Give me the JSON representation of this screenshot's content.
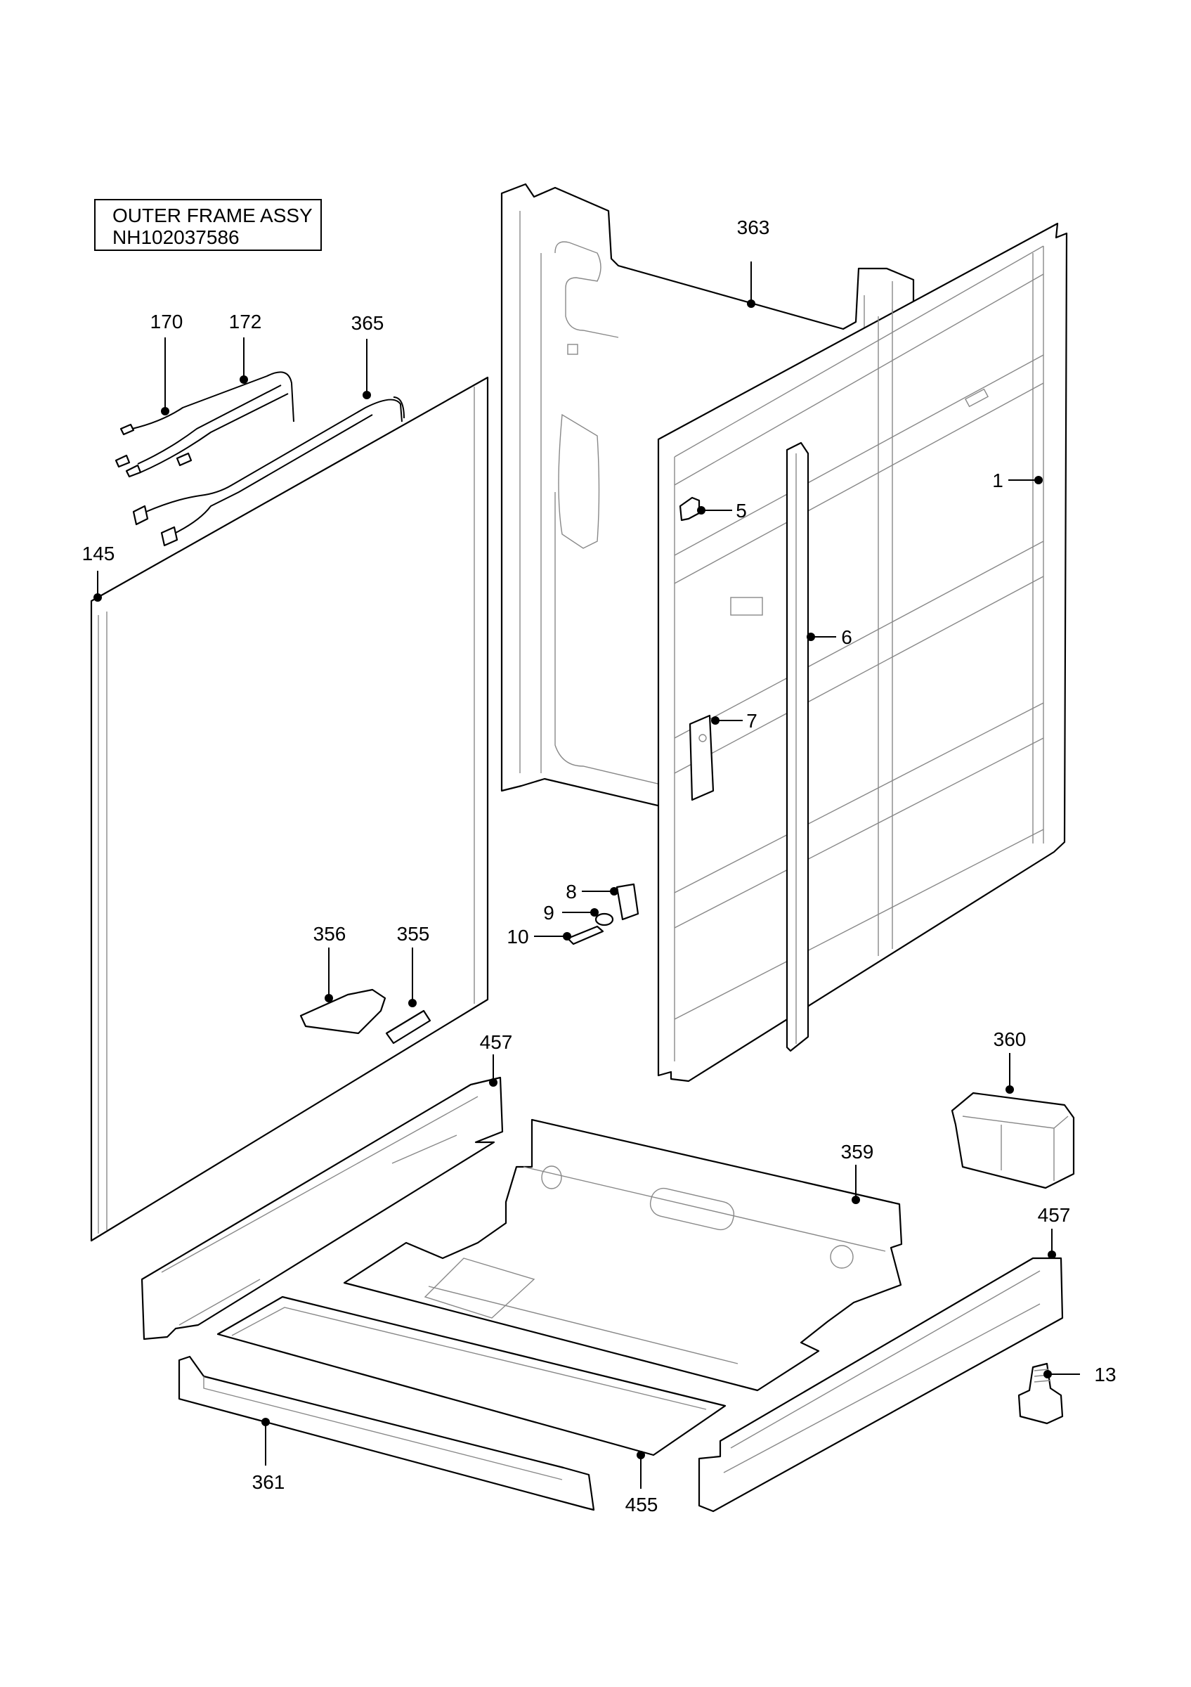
{
  "title": {
    "line1": "OUTER FRAME ASSY",
    "line2": "NH102037586"
  },
  "callouts": {
    "c1": "1",
    "c5": "5",
    "c6": "6",
    "c7": "7",
    "c8": "8",
    "c9": "9",
    "c10": "10",
    "c13": "13",
    "c145": "145",
    "c170": "170",
    "c172": "172",
    "c355": "355",
    "c356": "356",
    "c359": "359",
    "c360": "360",
    "c361": "361",
    "c363": "363",
    "c365": "365",
    "c455": "455",
    "c457a": "457",
    "c457b": "457"
  }
}
